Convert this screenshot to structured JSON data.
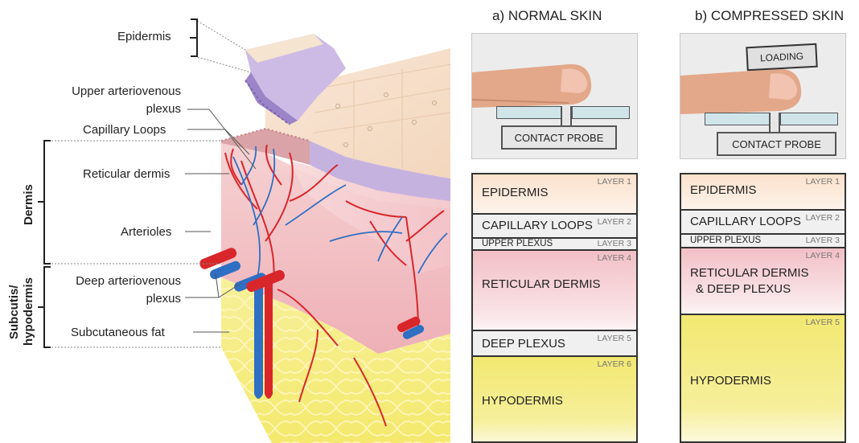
{
  "anatomy": {
    "labels": {
      "epidermis": "Epidermis",
      "upper_plexus": "Upper arteriovenous plexus",
      "capillary_loops": "Capillary Loops",
      "reticular_dermis": "Reticular dermis",
      "arterioles": "Arterioles",
      "deep_plexus": "Deep arteriovenous plexus",
      "subcutaneous_fat": "Subcutaneous fat"
    },
    "brackets": {
      "dermis": "Dermis",
      "subcutis_line1": "Subcutis/",
      "subcutis_line2": "hypodermis"
    }
  },
  "panel_normal": {
    "title": "a) NORMAL SKIN",
    "probe": "CONTACT PROBE",
    "layers": [
      {
        "name": "EPIDERMIS",
        "tag": "LAYER 1"
      },
      {
        "name": "CAPILLARY LOOPS",
        "tag": "LAYER 2"
      },
      {
        "name": "UPPER PLEXUS",
        "tag": "LAYER 3"
      },
      {
        "name": "RETICULAR DERMIS",
        "tag": "LAYER 4"
      },
      {
        "name": "DEEP PLEXUS",
        "tag": "LAYER 5"
      },
      {
        "name": "HYPODERMIS",
        "tag": "LAYER 6"
      }
    ]
  },
  "panel_compressed": {
    "title": "b) COMPRESSED SKIN",
    "loading": "LOADING",
    "probe": "CONTACT PROBE",
    "layers": [
      {
        "name": "EPIDERMIS",
        "tag": "LAYER 1"
      },
      {
        "name": "CAPILLARY LOOPS",
        "tag": "LAYER 2"
      },
      {
        "name": "UPPER PLEXUS",
        "tag": "LAYER 3"
      },
      {
        "name_line1": "RETICULAR DERMIS",
        "name_line2": "& DEEP PLEXUS",
        "tag": "LAYER 4"
      },
      {
        "name": "HYPODERMIS",
        "tag": "LAYER 5"
      }
    ]
  },
  "colors": {
    "epidermis": "#fbe3cf",
    "dermis_pink": "#f4c4c9",
    "hypodermis_yellow": "#f2e878",
    "artery_red": "#d9262b",
    "vein_blue": "#2f6fc4",
    "probe_glass": "#cfe5ea"
  }
}
